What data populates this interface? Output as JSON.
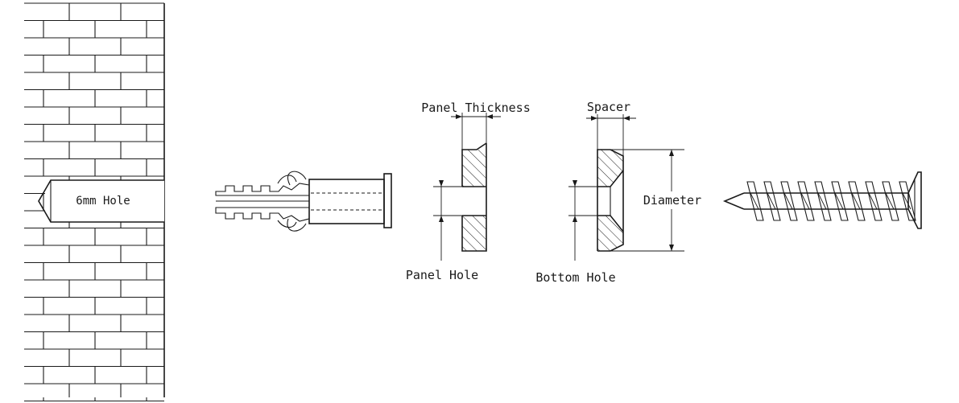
{
  "labels": {
    "hole": "6mm Hole",
    "panel_thickness": "Panel Thickness",
    "panel_hole": "Panel Hole",
    "spacer": "Spacer",
    "bottom_hole": "Bottom Hole",
    "diameter": "Diameter"
  },
  "colors": {
    "line": "#1a1a1a",
    "background": "#ffffff"
  }
}
